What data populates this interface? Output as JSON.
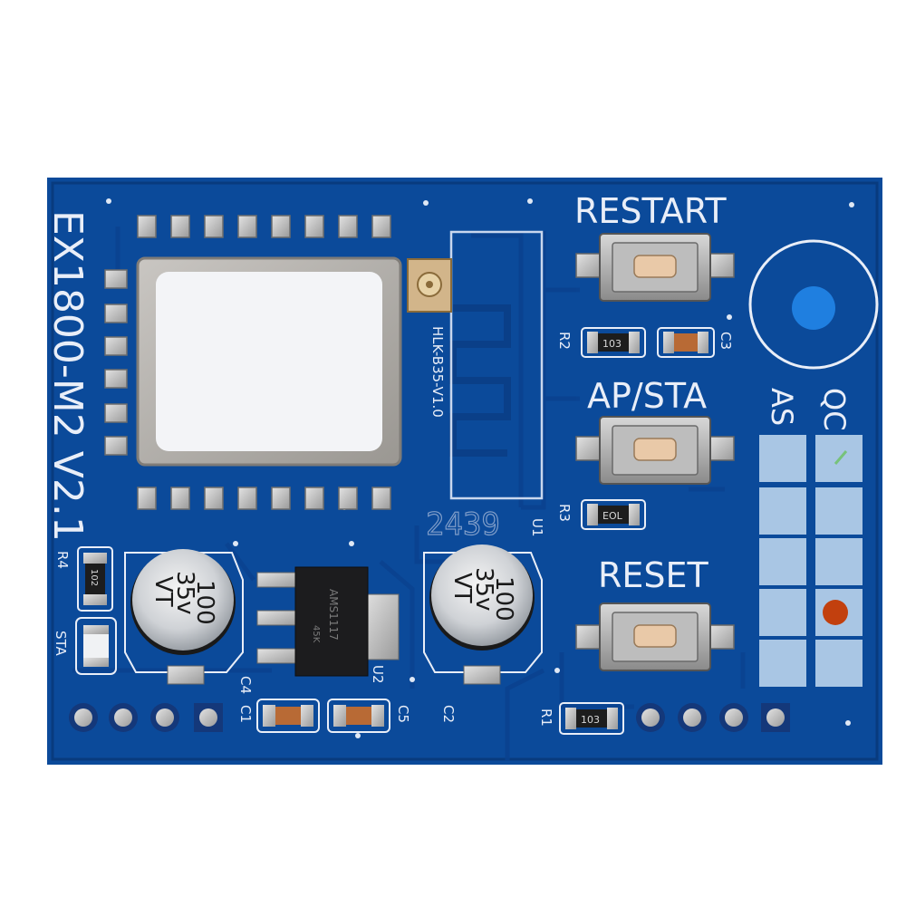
{
  "board": {
    "board_name": "EX1800-M2 V2.1",
    "module_label": "HLK-B35-V1.0",
    "button_restart": "RESTART",
    "button_ap_sta": "AP/STA",
    "button_reset": "RESET",
    "col_as": "AS",
    "col_qc": "QC",
    "ref_r1": "R1",
    "ref_r2": "R2",
    "ref_r3": "R3",
    "ref_r4": "R4",
    "ref_c1": "C1",
    "ref_c2": "C2",
    "ref_c3": "C3",
    "ref_c4": "C4",
    "ref_c5": "C5",
    "ref_u1": "U1",
    "ref_u2": "U2",
    "ref_sta": "STA",
    "batch_code": "2439",
    "r1_value": "103",
    "r2_value": "103",
    "r3_value": "EOL",
    "r4_value": "102",
    "cap_left_value": "100",
    "cap_left_voltage": "35v",
    "cap_left_series": "VT",
    "cap_right_value": "100",
    "cap_right_voltage": "35v",
    "cap_right_series": "VT",
    "regulator_marking": "AMS1117",
    "regulator_sub": "45K"
  },
  "colors": {
    "pcb": "#0b4a9a",
    "pcb_dark": "#083b7e",
    "silkscreen": "#e9eef8",
    "qc_box": "#a9c6e4",
    "mounting_dot": "#1f7fe0",
    "qc_mark": "#c2400e"
  }
}
